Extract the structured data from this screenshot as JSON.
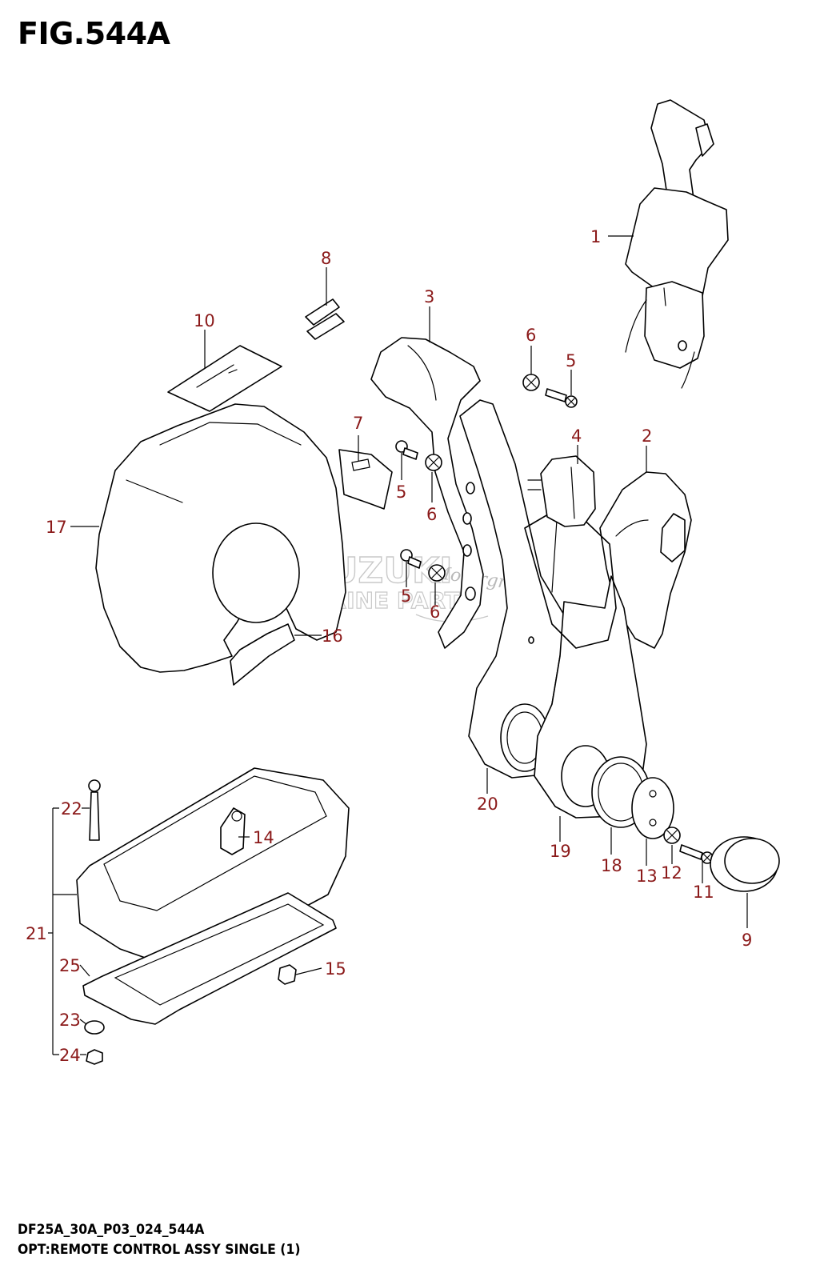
{
  "header": {
    "fig_label": "FIG.544A"
  },
  "footer": {
    "code": "DF25A_30A_P03_024_544A",
    "title": "OPT:REMOTE CONTROL ASSY SINGLE (1)"
  },
  "watermark": {
    "brand": "SUZUKI",
    "subtitle": "MARINE PARTS",
    "script": "Motorgroup"
  },
  "callouts": [
    {
      "id": "1",
      "label": "1"
    },
    {
      "id": "2",
      "label": "2"
    },
    {
      "id": "3",
      "label": "3"
    },
    {
      "id": "4",
      "label": "4"
    },
    {
      "id": "5a",
      "label": "5"
    },
    {
      "id": "5b",
      "label": "5"
    },
    {
      "id": "5c",
      "label": "5"
    },
    {
      "id": "6a",
      "label": "6"
    },
    {
      "id": "6b",
      "label": "6"
    },
    {
      "id": "6c",
      "label": "6"
    },
    {
      "id": "7",
      "label": "7"
    },
    {
      "id": "8",
      "label": "8"
    },
    {
      "id": "9",
      "label": "9"
    },
    {
      "id": "10",
      "label": "10"
    },
    {
      "id": "11",
      "label": "11"
    },
    {
      "id": "12",
      "label": "12"
    },
    {
      "id": "13",
      "label": "13"
    },
    {
      "id": "14",
      "label": "14"
    },
    {
      "id": "15",
      "label": "15"
    },
    {
      "id": "16",
      "label": "16"
    },
    {
      "id": "17",
      "label": "17"
    },
    {
      "id": "18",
      "label": "18"
    },
    {
      "id": "19",
      "label": "19"
    },
    {
      "id": "20",
      "label": "20"
    },
    {
      "id": "21",
      "label": "21"
    },
    {
      "id": "22",
      "label": "22"
    },
    {
      "id": "23",
      "label": "23"
    },
    {
      "id": "24",
      "label": "24"
    },
    {
      "id": "25",
      "label": "25"
    }
  ]
}
